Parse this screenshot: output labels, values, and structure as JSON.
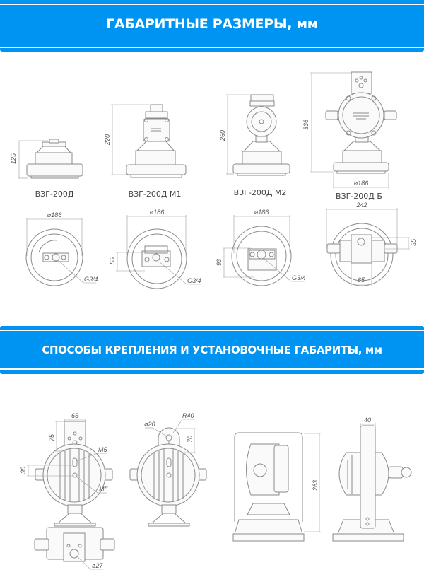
{
  "sections": [
    {
      "title": "ГАБАРИТНЫЕ РАЗМЕРЫ, мм"
    },
    {
      "title": "СПОСОБЫ КРЕПЛЕНИЯ И УСТАНОВОЧНЫЕ ГАБАРИТЫ, мм"
    }
  ],
  "side_views": [
    {
      "model": "ВЗГ-200Д",
      "height": "125"
    },
    {
      "model": "ВЗГ-200Д М1",
      "height": "220"
    },
    {
      "model": "ВЗГ-200Д М2",
      "height": "260"
    },
    {
      "model": "ВЗГ-200Д Б",
      "height": "336",
      "diameter": "ø186"
    }
  ],
  "top_views": [
    {
      "diameter": "ø186",
      "thread": "G3/4"
    },
    {
      "diameter": "ø186",
      "offset": "55",
      "thread": "G3/4"
    },
    {
      "diameter": "ø186",
      "offset": "93",
      "thread": "G3/4"
    },
    {
      "width": "242",
      "offset": "35",
      "bracket": "65"
    }
  ],
  "mounting": {
    "bracket_width": "65",
    "bracket_height": "75",
    "bolt_top": "M5",
    "spacing": "30",
    "bolt_bottom": "M5",
    "hole_bottom": "ø27",
    "hole": "ø20",
    "radius": "R40",
    "hook_height": "70",
    "frame_height": "263",
    "bar_width": "40"
  }
}
